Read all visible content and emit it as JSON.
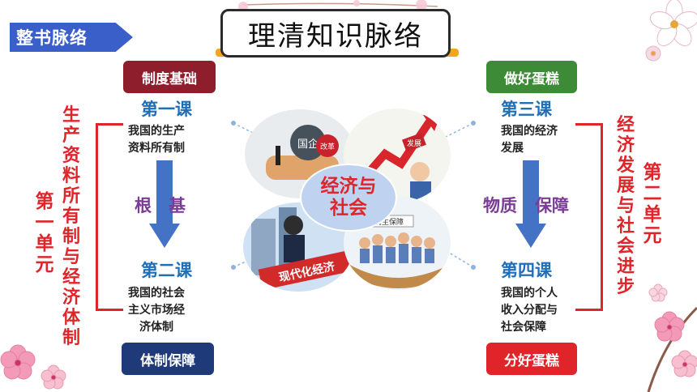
{
  "section_tag": "整书脉络",
  "title": "理清知识脉络",
  "center": {
    "line1": "经济与",
    "line2": "社会",
    "img_sign1": "国企",
    "img_sign2": "改革",
    "img_sign3": "现代化经济",
    "img_sign4": "民生保障",
    "img_sign5": "发展"
  },
  "left": {
    "pill_top": "制度基础",
    "lesson1_title": "第一课",
    "lesson1_desc_l1": "我国的生产",
    "lesson1_desc_l2": "资料所有制",
    "arrow_word1": "根",
    "arrow_word2": "基",
    "lesson2_title": "第二课",
    "lesson2_desc_l1": "我国的社会",
    "lesson2_desc_l2": "主义市场经",
    "lesson2_desc_l3": "济体制",
    "pill_bottom": "体制保障",
    "unit_outer": "生产资料所有制与经济体制",
    "unit_inner": "第一单元"
  },
  "right": {
    "pill_top": "做好蛋糕",
    "lesson3_title": "第三课",
    "lesson3_desc_l1": "我国的经济",
    "lesson3_desc_l2": "发展",
    "arrow_word1": "物质",
    "arrow_word2": "保障",
    "lesson4_title": "第四课",
    "lesson4_desc_l1": "我国的个人",
    "lesson4_desc_l2": "收入分配与",
    "lesson4_desc_l3": "社会保障",
    "pill_bottom": "分好蛋糕",
    "unit_inner": "第二单元",
    "unit_outer": "经济发展与社会进步"
  },
  "colors": {
    "accent_blue": "#3a5fc8",
    "maroon": "#8e1e2c",
    "navy": "#1f3a78",
    "green": "#3d8a37",
    "red": "#e0252a",
    "lesson_blue": "#1f6fb8",
    "arrow_blue": "#4472c4",
    "purple": "#7a3c97",
    "title_underline": "#f4a324"
  },
  "icons": [
    "cherry-blossom-icon",
    "arrow-down-icon",
    "dotted-connector"
  ]
}
